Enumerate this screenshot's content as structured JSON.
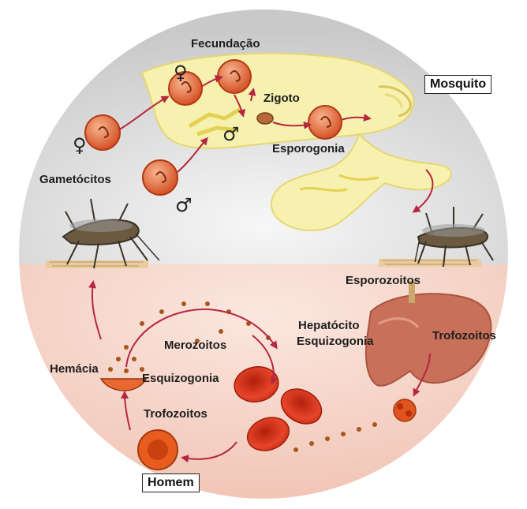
{
  "labels": {
    "fecundacao": "Fecundação",
    "zigoto": "Zigoto",
    "esporogonia": "Esporogonia",
    "gametocitos": "Gametócitos",
    "esporozoitos": "Esporozoitos",
    "hepatocito": "Hepatócito",
    "esquizogonia_figado": "Esquizogonia",
    "trofozoitos_figado": "Trofozoitos",
    "merozoitos": "Merozoitos",
    "hemacia": "Hemácia",
    "esquizogonia_sangue": "Esquizogonia",
    "trofozoitos_sangue": "Trofozoitos"
  },
  "boxes": {
    "mosquito": "Mosquito",
    "homem": "Homem"
  },
  "symbols": {
    "female": "♀",
    "male": "♂"
  },
  "colors": {
    "mosquito_bg": "#dcdcdc",
    "human_bg": "#f6d7cc",
    "arrow": "#b5273f",
    "cell_red": "#d9481a",
    "midgut_yellow": "#f7f1b0",
    "liver": "#c86a4a"
  }
}
